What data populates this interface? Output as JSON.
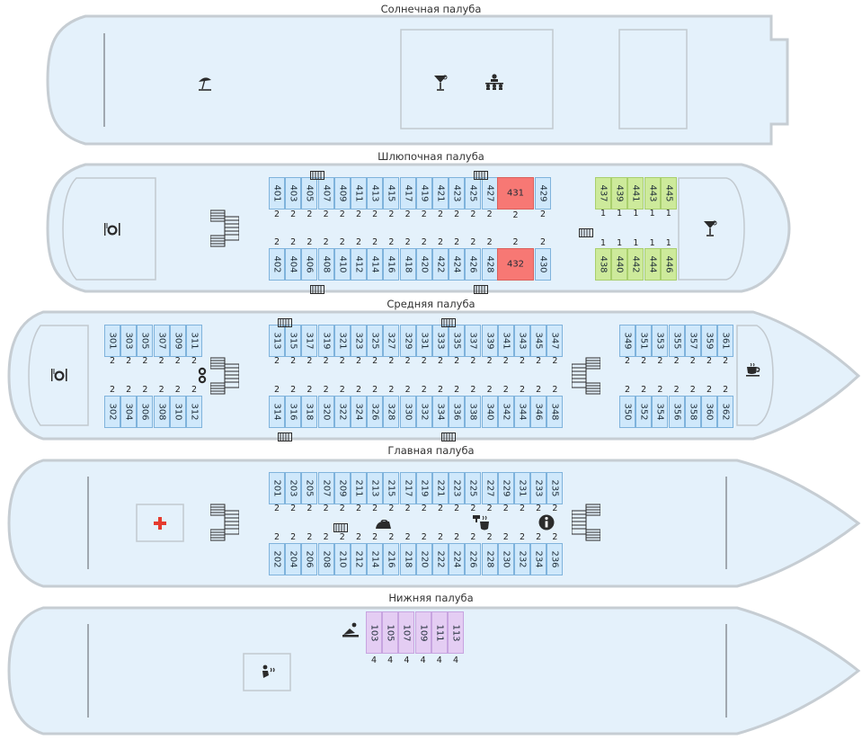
{
  "colors": {
    "hull_fill": "#e4f1fb",
    "hull_stroke": "#c6cdd3",
    "cabin_free": "#cfe8fb",
    "cabin_sold": "#f77874",
    "cabin_green": "#cdea9b",
    "cabin_purple": "#e4cdf3",
    "icon_dark": "#2b2b2b",
    "medical_red": "#e53b2f"
  },
  "decks": [
    {
      "id": "sun",
      "title": "Солнечная палуба",
      "cabins": [],
      "icons": [
        "sunbed-umbrella-icon",
        "cocktail-icon",
        "conference-icon"
      ]
    },
    {
      "id": "boat",
      "title": "Шлюпочная палуба",
      "cabins": [
        {
          "n": "401",
          "b": "2",
          "s": "free"
        },
        {
          "n": "403",
          "b": "2",
          "s": "free"
        },
        {
          "n": "405",
          "b": "2",
          "s": "free"
        },
        {
          "n": "407",
          "b": "2",
          "s": "free"
        },
        {
          "n": "409",
          "b": "2",
          "s": "free"
        },
        {
          "n": "411",
          "b": "2",
          "s": "free"
        },
        {
          "n": "413",
          "b": "2",
          "s": "free"
        },
        {
          "n": "415",
          "b": "2",
          "s": "free"
        },
        {
          "n": "417",
          "b": "2",
          "s": "free"
        },
        {
          "n": "419",
          "b": "2",
          "s": "free"
        },
        {
          "n": "421",
          "b": "2",
          "s": "free"
        },
        {
          "n": "423",
          "b": "2",
          "s": "free"
        },
        {
          "n": "425",
          "b": "2",
          "s": "free"
        },
        {
          "n": "427",
          "b": "2",
          "s": "free"
        },
        {
          "n": "431",
          "b": "2",
          "s": "sold"
        },
        {
          "n": "429",
          "b": "2",
          "s": "free"
        },
        {
          "n": "402",
          "b": "2",
          "s": "free"
        },
        {
          "n": "404",
          "b": "2",
          "s": "free"
        },
        {
          "n": "406",
          "b": "2",
          "s": "free"
        },
        {
          "n": "408",
          "b": "2",
          "s": "free"
        },
        {
          "n": "410",
          "b": "2",
          "s": "free"
        },
        {
          "n": "412",
          "b": "2",
          "s": "free"
        },
        {
          "n": "414",
          "b": "2",
          "s": "free"
        },
        {
          "n": "416",
          "b": "2",
          "s": "free"
        },
        {
          "n": "418",
          "b": "2",
          "s": "free"
        },
        {
          "n": "420",
          "b": "2",
          "s": "free"
        },
        {
          "n": "422",
          "b": "2",
          "s": "free"
        },
        {
          "n": "424",
          "b": "2",
          "s": "free"
        },
        {
          "n": "426",
          "b": "2",
          "s": "free"
        },
        {
          "n": "428",
          "b": "2",
          "s": "free"
        },
        {
          "n": "432",
          "b": "2",
          "s": "sold"
        },
        {
          "n": "430",
          "b": "2",
          "s": "free"
        },
        {
          "n": "437",
          "b": "1",
          "s": "green"
        },
        {
          "n": "439",
          "b": "1",
          "s": "green"
        },
        {
          "n": "441",
          "b": "1",
          "s": "green"
        },
        {
          "n": "443",
          "b": "1",
          "s": "green"
        },
        {
          "n": "445",
          "b": "1",
          "s": "green"
        },
        {
          "n": "438",
          "b": "1",
          "s": "green"
        },
        {
          "n": "440",
          "b": "1",
          "s": "green"
        },
        {
          "n": "442",
          "b": "1",
          "s": "green"
        },
        {
          "n": "444",
          "b": "1",
          "s": "green"
        },
        {
          "n": "446",
          "b": "1",
          "s": "green"
        }
      ],
      "icons": [
        "restaurant-icon",
        "cocktail-icon"
      ]
    },
    {
      "id": "middle",
      "title": "Средняя палуба",
      "cabins": [
        {
          "n": "301",
          "b": "2",
          "s": "free"
        },
        {
          "n": "303",
          "b": "2",
          "s": "free"
        },
        {
          "n": "305",
          "b": "2",
          "s": "free"
        },
        {
          "n": "307",
          "b": "2",
          "s": "free"
        },
        {
          "n": "309",
          "b": "2",
          "s": "free"
        },
        {
          "n": "311",
          "b": "2",
          "s": "free"
        },
        {
          "n": "302",
          "b": "2",
          "s": "free"
        },
        {
          "n": "304",
          "b": "2",
          "s": "free"
        },
        {
          "n": "306",
          "b": "2",
          "s": "free"
        },
        {
          "n": "308",
          "b": "2",
          "s": "free"
        },
        {
          "n": "310",
          "b": "2",
          "s": "free"
        },
        {
          "n": "312",
          "b": "2",
          "s": "free"
        },
        {
          "n": "313",
          "b": "2",
          "s": "free"
        },
        {
          "n": "315",
          "b": "2",
          "s": "free"
        },
        {
          "n": "317",
          "b": "2",
          "s": "free"
        },
        {
          "n": "319",
          "b": "2",
          "s": "free"
        },
        {
          "n": "321",
          "b": "2",
          "s": "free"
        },
        {
          "n": "323",
          "b": "2",
          "s": "free"
        },
        {
          "n": "325",
          "b": "2",
          "s": "free"
        },
        {
          "n": "327",
          "b": "2",
          "s": "free"
        },
        {
          "n": "329",
          "b": "2",
          "s": "free"
        },
        {
          "n": "331",
          "b": "2",
          "s": "free"
        },
        {
          "n": "333",
          "b": "2",
          "s": "free"
        },
        {
          "n": "335",
          "b": "2",
          "s": "free"
        },
        {
          "n": "337",
          "b": "2",
          "s": "free"
        },
        {
          "n": "339",
          "b": "2",
          "s": "free"
        },
        {
          "n": "341",
          "b": "2",
          "s": "free"
        },
        {
          "n": "343",
          "b": "2",
          "s": "free"
        },
        {
          "n": "345",
          "b": "2",
          "s": "free"
        },
        {
          "n": "347",
          "b": "2",
          "s": "free"
        },
        {
          "n": "314",
          "b": "2",
          "s": "free"
        },
        {
          "n": "316",
          "b": "2",
          "s": "free"
        },
        {
          "n": "318",
          "b": "2",
          "s": "free"
        },
        {
          "n": "320",
          "b": "2",
          "s": "free"
        },
        {
          "n": "322",
          "b": "2",
          "s": "free"
        },
        {
          "n": "324",
          "b": "2",
          "s": "free"
        },
        {
          "n": "326",
          "b": "2",
          "s": "free"
        },
        {
          "n": "328",
          "b": "2",
          "s": "free"
        },
        {
          "n": "330",
          "b": "2",
          "s": "free"
        },
        {
          "n": "332",
          "b": "2",
          "s": "free"
        },
        {
          "n": "334",
          "b": "2",
          "s": "free"
        },
        {
          "n": "336",
          "b": "2",
          "s": "free"
        },
        {
          "n": "338",
          "b": "2",
          "s": "free"
        },
        {
          "n": "340",
          "b": "2",
          "s": "free"
        },
        {
          "n": "342",
          "b": "2",
          "s": "free"
        },
        {
          "n": "344",
          "b": "2",
          "s": "free"
        },
        {
          "n": "346",
          "b": "2",
          "s": "free"
        },
        {
          "n": "348",
          "b": "2",
          "s": "free"
        },
        {
          "n": "349",
          "b": "2",
          "s": "free"
        },
        {
          "n": "351",
          "b": "2",
          "s": "free"
        },
        {
          "n": "353",
          "b": "2",
          "s": "free"
        },
        {
          "n": "355",
          "b": "2",
          "s": "free"
        },
        {
          "n": "357",
          "b": "2",
          "s": "free"
        },
        {
          "n": "359",
          "b": "2",
          "s": "free"
        },
        {
          "n": "361",
          "b": "2",
          "s": "free"
        },
        {
          "n": "350",
          "b": "2",
          "s": "free"
        },
        {
          "n": "352",
          "b": "2",
          "s": "free"
        },
        {
          "n": "354",
          "b": "2",
          "s": "free"
        },
        {
          "n": "356",
          "b": "2",
          "s": "free"
        },
        {
          "n": "358",
          "b": "2",
          "s": "free"
        },
        {
          "n": "360",
          "b": "2",
          "s": "free"
        },
        {
          "n": "362",
          "b": "2",
          "s": "free"
        }
      ],
      "icons": [
        "restaurant-icon",
        "elevator-icon",
        "coffee-icon"
      ]
    },
    {
      "id": "main",
      "title": "Главная палуба",
      "cabins": [
        {
          "n": "201",
          "b": "2",
          "s": "free"
        },
        {
          "n": "203",
          "b": "2",
          "s": "free"
        },
        {
          "n": "205",
          "b": "2",
          "s": "free"
        },
        {
          "n": "207",
          "b": "2",
          "s": "free"
        },
        {
          "n": "209",
          "b": "2",
          "s": "free"
        },
        {
          "n": "211",
          "b": "2",
          "s": "free"
        },
        {
          "n": "213",
          "b": "2",
          "s": "free"
        },
        {
          "n": "215",
          "b": "2",
          "s": "free"
        },
        {
          "n": "217",
          "b": "2",
          "s": "free"
        },
        {
          "n": "219",
          "b": "2",
          "s": "free"
        },
        {
          "n": "221",
          "b": "2",
          "s": "free"
        },
        {
          "n": "223",
          "b": "2",
          "s": "free"
        },
        {
          "n": "225",
          "b": "2",
          "s": "free"
        },
        {
          "n": "227",
          "b": "2",
          "s": "free"
        },
        {
          "n": "229",
          "b": "2",
          "s": "free"
        },
        {
          "n": "231",
          "b": "2",
          "s": "free"
        },
        {
          "n": "233",
          "b": "2",
          "s": "free"
        },
        {
          "n": "235",
          "b": "2",
          "s": "free"
        },
        {
          "n": "202",
          "b": "2",
          "s": "free"
        },
        {
          "n": "204",
          "b": "2",
          "s": "free"
        },
        {
          "n": "206",
          "b": "2",
          "s": "free"
        },
        {
          "n": "208",
          "b": "2",
          "s": "free"
        },
        {
          "n": "210",
          "b": "2",
          "s": "free"
        },
        {
          "n": "212",
          "b": "2",
          "s": "free"
        },
        {
          "n": "214",
          "b": "2",
          "s": "free"
        },
        {
          "n": "216",
          "b": "2",
          "s": "free"
        },
        {
          "n": "218",
          "b": "2",
          "s": "free"
        },
        {
          "n": "220",
          "b": "2",
          "s": "free"
        },
        {
          "n": "222",
          "b": "2",
          "s": "free"
        },
        {
          "n": "224",
          "b": "2",
          "s": "free"
        },
        {
          "n": "226",
          "b": "2",
          "s": "free"
        },
        {
          "n": "228",
          "b": "2",
          "s": "free"
        },
        {
          "n": "230",
          "b": "2",
          "s": "free"
        },
        {
          "n": "232",
          "b": "2",
          "s": "free"
        },
        {
          "n": "234",
          "b": "2",
          "s": "free"
        },
        {
          "n": "236",
          "b": "2",
          "s": "free"
        }
      ],
      "icons": [
        "medical-icon",
        "iron-icon",
        "boiling-water-icon",
        "info-icon"
      ]
    },
    {
      "id": "lower",
      "title": "Нижняя палуба",
      "cabins": [
        {
          "n": "103",
          "b": "4",
          "s": "purple"
        },
        {
          "n": "105",
          "b": "4",
          "s": "purple"
        },
        {
          "n": "107",
          "b": "4",
          "s": "purple"
        },
        {
          "n": "109",
          "b": "4",
          "s": "purple"
        },
        {
          "n": "111",
          "b": "4",
          "s": "purple"
        },
        {
          "n": "113",
          "b": "4",
          "s": "purple"
        }
      ],
      "icons": [
        "sauna-icon",
        "shower-icon"
      ]
    }
  ]
}
